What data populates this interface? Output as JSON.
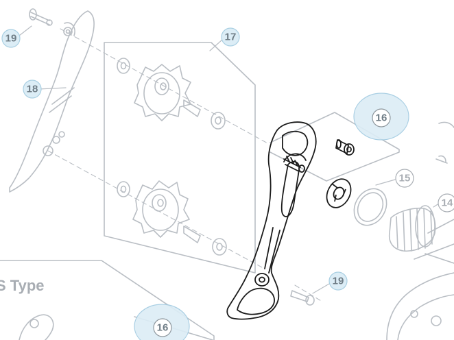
{
  "colors": {
    "faded_line": "#b9bec4",
    "faded_text": "#a8adb3",
    "ink": "#1b1b1b",
    "callout_fill": "#d9ecf6",
    "callout_stroke": "#9fc9e0",
    "callout_text_dark": "#6f7d86",
    "callout_text_light": "#b6c9d3"
  },
  "callouts": {
    "c19_top": "19",
    "c17": "17",
    "c18": "18",
    "c16_main": "16",
    "c15": "15",
    "c14": "14",
    "c19_bottom": "19",
    "c16_bottom": "16"
  },
  "section_title": "S Type"
}
